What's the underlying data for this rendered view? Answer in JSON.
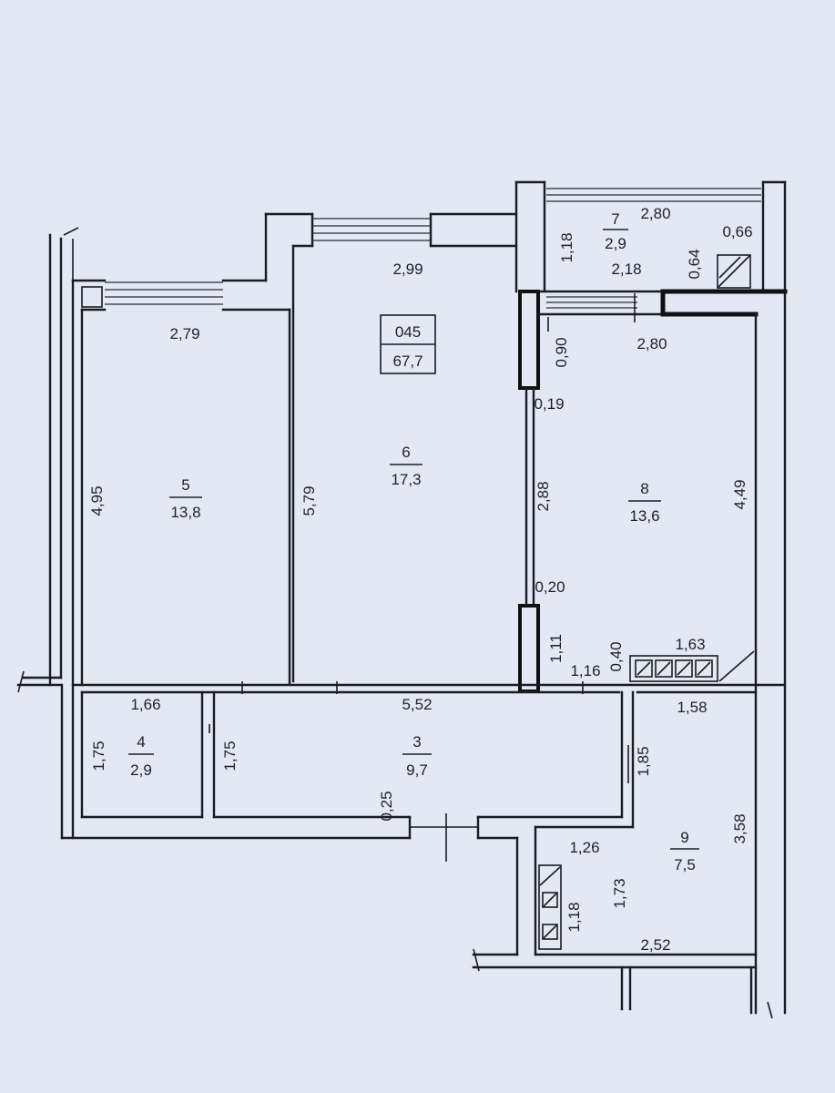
{
  "plan": {
    "code": "045",
    "total_area": "67,7"
  },
  "rooms": [
    {
      "id": "3",
      "area": "9,7"
    },
    {
      "id": "4",
      "area": "2,9"
    },
    {
      "id": "5",
      "area": "13,8"
    },
    {
      "id": "6",
      "area": "17,3"
    },
    {
      "id": "7",
      "area": "2,9"
    },
    {
      "id": "8",
      "area": "13,6"
    },
    {
      "id": "9",
      "area": "7,5"
    }
  ],
  "dims": {
    "d299": "2,99",
    "d279": "2,79",
    "d495": "4,95",
    "d579": "5,79",
    "d280_top": "2,80",
    "d118_top": "1,18",
    "d064": "0,64",
    "d066": "0,66",
    "d218": "2,18",
    "d090": "0,90",
    "d280": "2,80",
    "d019": "0,19",
    "d288": "2,88",
    "d449": "4,49",
    "d020": "0,20",
    "d111": "1,11",
    "d116": "1,16",
    "d040": "0,40",
    "d163": "1,63",
    "d166": "1,66",
    "d552": "5,52",
    "d158": "1,58",
    "d175_a": "1,75",
    "d175_b": "1,75",
    "d185": "1,85",
    "d025": "0,25",
    "d126": "1,26",
    "d358": "3,58",
    "d173": "1,73",
    "d118": "1,18",
    "d252": "2,52"
  }
}
